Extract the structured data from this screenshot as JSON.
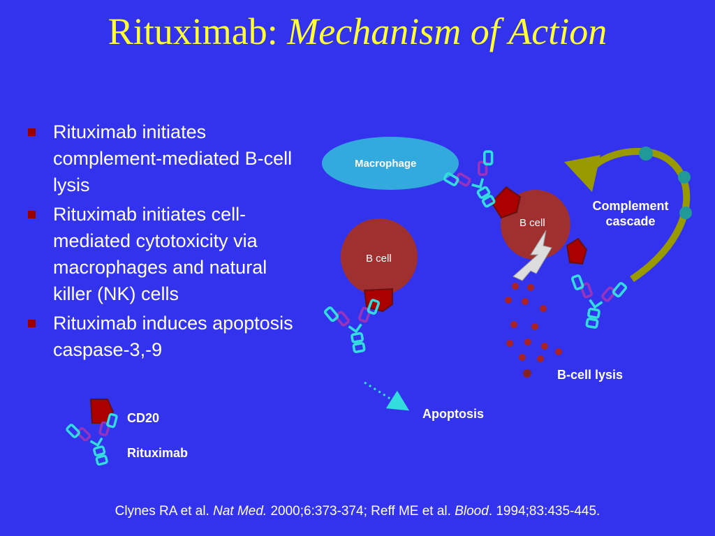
{
  "slide": {
    "title_plain": "Rituximab: ",
    "title_italic": "Mechanism of Action"
  },
  "bullets": [
    "Rituximab initiates complement-mediated B-cell lysis",
    "Rituximab initiates cell-mediated cytotoxicity via macrophages and natural killer (NK) cells",
    "Rituximab induces apoptosis caspase-3,-9"
  ],
  "diagram": {
    "macrophage_label": "Macrophage",
    "b_cell_left_label": "B cell",
    "b_cell_right_label": "B cell",
    "complement_label_line1": "Complement",
    "complement_label_line2": "cascade",
    "lysis_label": "B-cell lysis",
    "apoptosis_label": "Apoptosis"
  },
  "legend": {
    "cd20_label": "CD20",
    "rituximab_label": "Rituximab"
  },
  "citation": {
    "part1": "Clynes RA et al. ",
    "journal1": "Nat Med.",
    "part2": " 2000;6:373-374; Reff ME et al. ",
    "journal2": "Blood",
    "part3": ". 1994;83:435-445."
  },
  "colors": {
    "background": "#3333ee",
    "title": "#ffff33",
    "cell": "#a03030",
    "cd20": "#aa0000",
    "antibody_light": "#33dddd",
    "antibody_heavy": "#9933bb",
    "macrophage": "#33aadd",
    "arrow": "#999900",
    "bullet": "#990000"
  }
}
